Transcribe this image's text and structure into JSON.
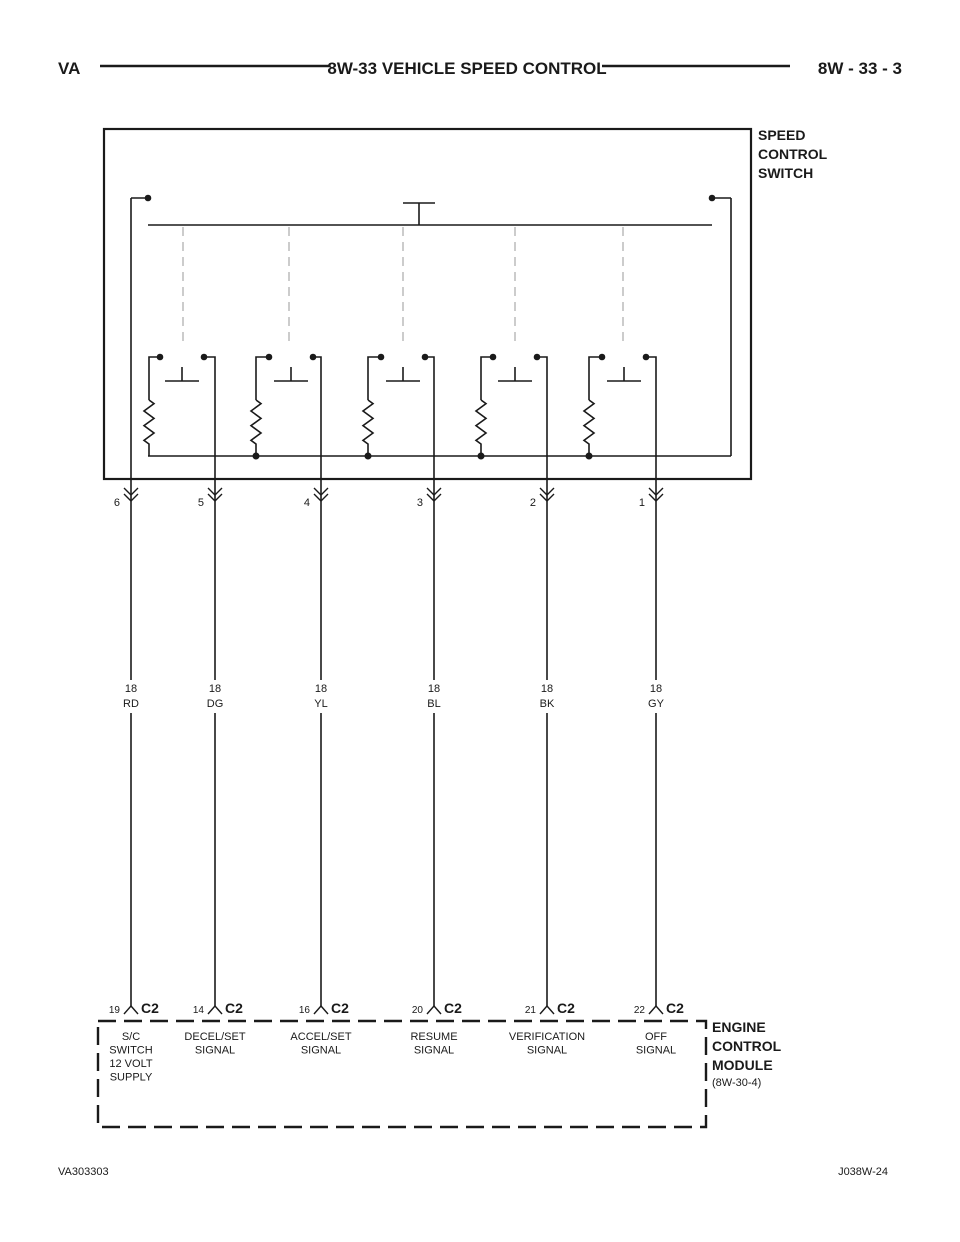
{
  "header": {
    "left": "VA",
    "center": "8W-33 VEHICLE SPEED CONTROL",
    "right": "8W - 33 - 3"
  },
  "switch": {
    "label_lines": [
      "SPEED",
      "CONTROL",
      "SWITCH"
    ]
  },
  "wires": [
    {
      "pin": "6",
      "gauge": "18",
      "color": "RD",
      "ecm_pin": "19",
      "connector": "C2",
      "signal_lines": [
        "S/C",
        "SWITCH",
        "12 VOLT",
        "SUPPLY"
      ]
    },
    {
      "pin": "5",
      "gauge": "18",
      "color": "DG",
      "ecm_pin": "14",
      "connector": "C2",
      "signal_lines": [
        "DECEL/SET",
        "SIGNAL"
      ]
    },
    {
      "pin": "4",
      "gauge": "18",
      "color": "YL",
      "ecm_pin": "16",
      "connector": "C2",
      "signal_lines": [
        "ACCEL/SET",
        "SIGNAL"
      ]
    },
    {
      "pin": "3",
      "gauge": "18",
      "color": "BL",
      "ecm_pin": "20",
      "connector": "C2",
      "signal_lines": [
        "RESUME",
        "SIGNAL"
      ]
    },
    {
      "pin": "2",
      "gauge": "18",
      "color": "BK",
      "ecm_pin": "21",
      "connector": "C2",
      "signal_lines": [
        "VERIFICATION",
        "SIGNAL"
      ]
    },
    {
      "pin": "1",
      "gauge": "18",
      "color": "GY",
      "ecm_pin": "22",
      "connector": "C2",
      "signal_lines": [
        "OFF",
        "SIGNAL"
      ]
    }
  ],
  "module": {
    "label_lines": [
      "ENGINE",
      "CONTROL",
      "MODULE"
    ],
    "ref": "(8W-30-4)"
  },
  "footer": {
    "left": "VA303303",
    "right": "J038W-24"
  }
}
